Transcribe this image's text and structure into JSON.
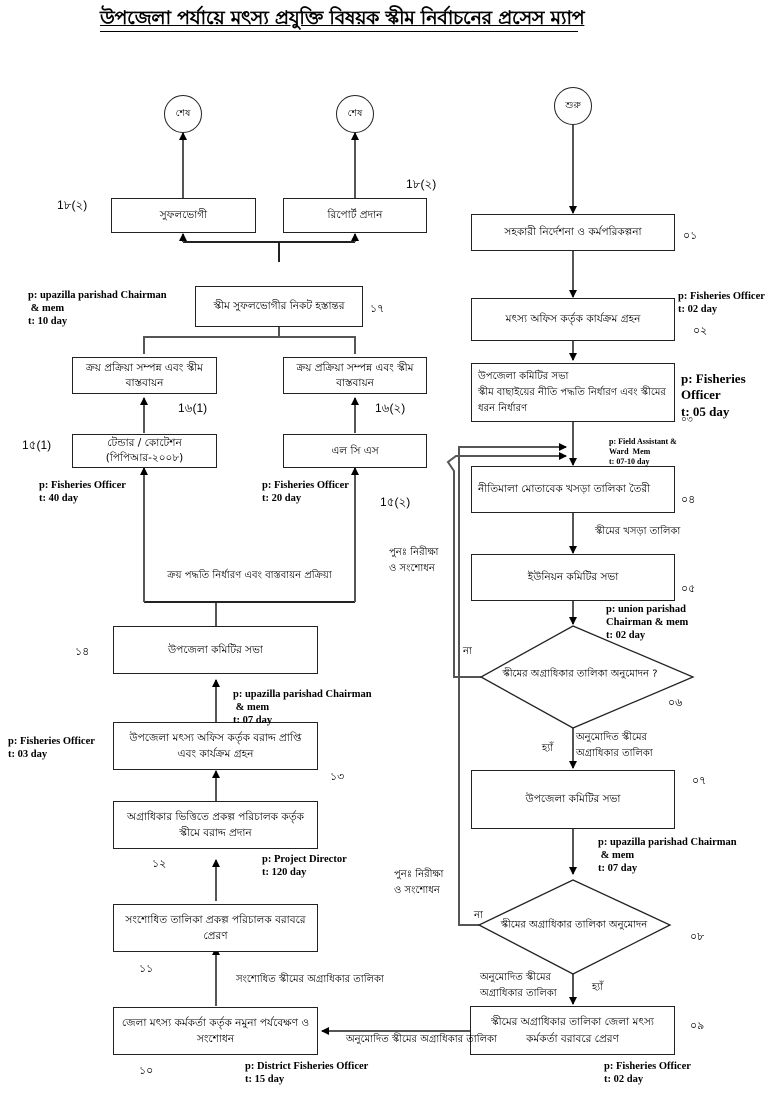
{
  "title": "উপজেলা পর্যায়ে মৎস্য প্রযুক্তি বিষয়ক স্কীম  নির্বাচনের প্রসেস ম্যাপ",
  "terminals": {
    "end_left": "শেষ",
    "end_right": "শেষ",
    "start": "শুরু"
  },
  "steps": {
    "s01": {
      "label": "সহকারী নির্দেশনা ও কর্মপরিকল্পনা",
      "num": "০১"
    },
    "s02": {
      "label": "মৎস্য অফিস কর্তৃক কার্যক্রম গ্রহন",
      "num": "০২",
      "person": "p: Fisheries Officer",
      "time": "t: 02 day"
    },
    "s03": {
      "label": "উপজেলা কমিটির সভা\nস্কীম বাছাইয়ের নীতি পদ্ধতি নির্ধারণ এবং স্কীমের ধরন নির্ধারণ",
      "num": "০৩",
      "person": "p: Fisheries\nOfficer",
      "time": "t: 05 day"
    },
    "s04": {
      "label": "নীতিমালা মোতাবেক খসড়া তালিকা তৈরী",
      "num": "০৪",
      "person": "p: Field Assistant &\nWard  Mem",
      "time": "t: 07-10 day"
    },
    "s05": {
      "label": "ইউনিয়ন কমিটির সভা",
      "num": "০৫",
      "person": "p: union parishad\nChairman & mem",
      "time": "t: 02 day"
    },
    "s06": {
      "label": "স্কীমের অগ্রাধিকার তালিকা অনুমোদন ?",
      "num": "০৬"
    },
    "s07": {
      "label": "উপজেলা কমিটির সভা",
      "num": "০৭",
      "person": "p: upazilla parishad Chairman\n & mem",
      "time": "t: 07 day"
    },
    "s08": {
      "label": "স্কীমের অগ্রাধিকার তালিকা অনুমোদন",
      "num": "০৮"
    },
    "s09": {
      "label": "স্কীমের অগ্রাধিকার তালিকা জেলা মৎস্য কর্মকর্তা বরাবরে প্রেরণ",
      "num": "০৯",
      "person": "p: Fisheries Officer",
      "time": "t: 02 day"
    },
    "s10": {
      "label": "জেলা মৎস্য কর্মকর্তা কর্তৃক নমুনা পর্যবেক্ষণ ও সংশোধন",
      "num": "১০",
      "person": "p: District Fisheries Officer",
      "time": "t: 15 day"
    },
    "s11": {
      "label": "সংশোধিত তালিকা প্রকল্প পরিচালক বরাবরে প্রেরণ",
      "num": "১১"
    },
    "s12": {
      "label": "অগ্রাধিকার ভিত্তিতে প্রকল্প পরিচালক কর্তৃক স্কীমে বরাদ্দ প্রদান",
      "num": "১২",
      "person": "p: Project Director",
      "time": "t: 120 day"
    },
    "s13": {
      "label": "উপজেলা মৎস্য অফিস কর্তৃক বরাদ্দ প্রাপ্তি এবং কার্যক্রম গ্রহন",
      "num": "১৩",
      "person": "p: Fisheries Officer",
      "time": "t: 03 day"
    },
    "s14": {
      "label": "উপজেলা কমিটির সভা",
      "num": "১৪",
      "person": "p: upazilla parishad Chairman\n & mem",
      "time": "t: 07 day"
    },
    "s15_1": {
      "label": "টেন্ডার / কোটেশন (পিপিআর-২০০৮)",
      "num": "1৫(1)",
      "person": "p: Fisheries Officer",
      "time": "t: 40 day"
    },
    "s15_2": {
      "label": "এল সি এস",
      "num": "1৫(২)",
      "person": "p: Fisheries Officer",
      "time": "t: 20 day"
    },
    "s16_1": {
      "label": "ক্রয় প্রক্রিয়া সম্পন্ন এবং স্কীম বাস্তবায়ন",
      "num": "1৬(1)"
    },
    "s16_2": {
      "label": "ক্রয় প্রক্রিয়া সম্পন্ন এবং স্কীম বাস্তবায়ন",
      "num": "1৬(২)"
    },
    "s17": {
      "label": "স্কীম সুফলভোগীর নিকট হস্তান্তর",
      "num": "১৭",
      "person": "p: upazilla parishad Chairman\n & mem",
      "time": "t: 10 day"
    },
    "s18_1": {
      "label": "সুফলভোগী",
      "num": "1৮(২)"
    },
    "s18_2": {
      "label": "রিপোর্ট প্রদান",
      "num": "1৮(২)"
    }
  },
  "edge_labels": {
    "procurement": "ক্রয় পদ্ধতি নির্ধারণ এবং বাস্তবায়ন প্রক্রিয়া",
    "draft_list": "স্কীমের খসড়া তালিকা",
    "recheck_1": "পুনঃ নিরীক্ষা\nও সংশোধন",
    "recheck_2": "পুনঃ নিরীক্ষা\nও সংশোধন",
    "no_1": "না",
    "no_2": "না",
    "yes_1": "হ্যাঁ",
    "yes_2": "হ্যাঁ",
    "approved_1": "অনুমোদিত স্কীমের\nঅগ্রাধিকার তালিকা",
    "approved_2": "অনুমোদিত স্কীমের\nঅগ্রাধিকার তালিকা",
    "approved_3": "অনুমোদিত স্কীমের অগ্রাধিকার তালিকা",
    "revised_list": "সংশোধিত স্কীমের অগ্রাধিকার তালিকা"
  }
}
